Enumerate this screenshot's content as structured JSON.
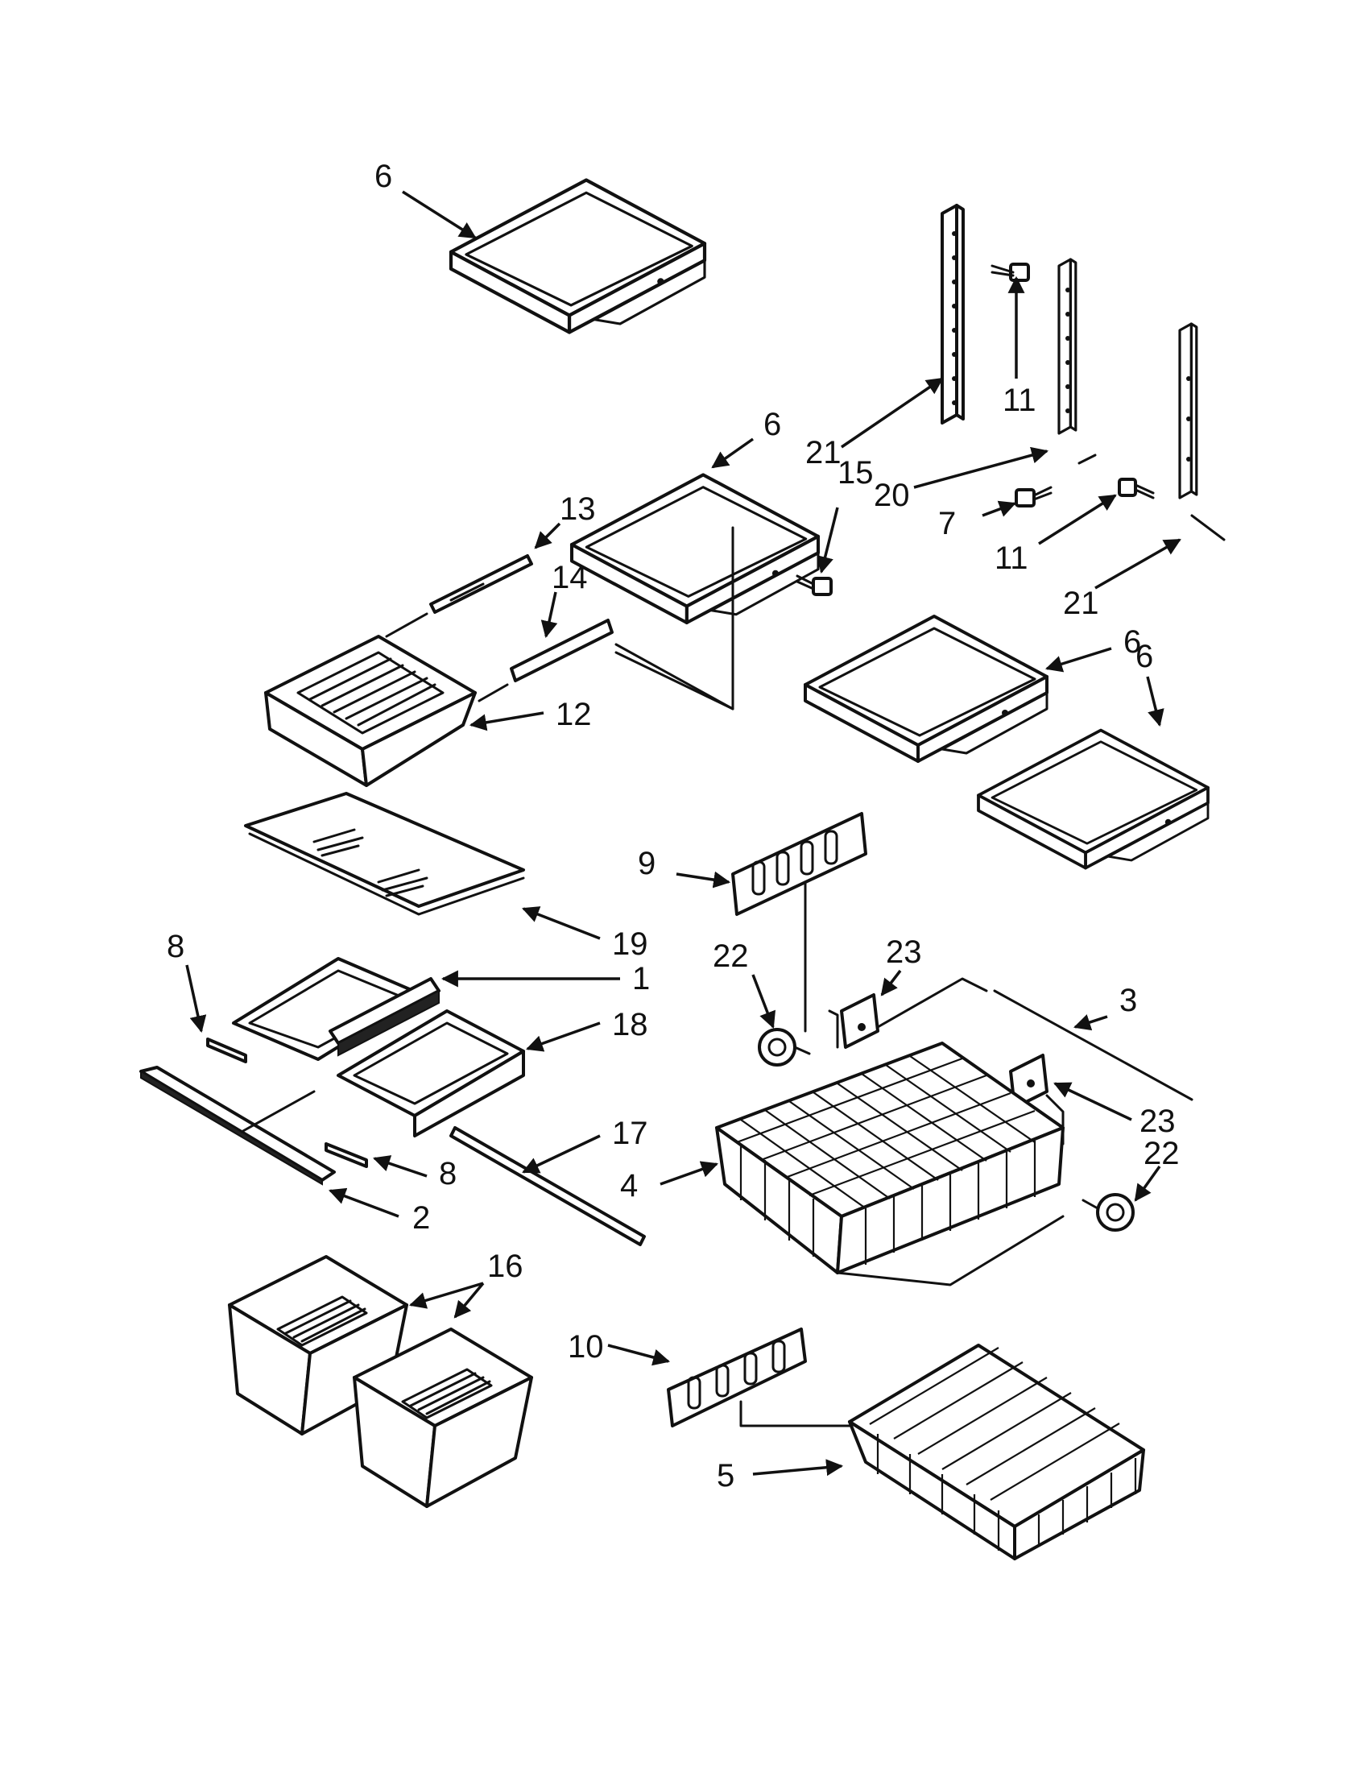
{
  "callouts": {
    "c1": "1",
    "c2": "2",
    "c3": "3",
    "c4": "4",
    "c5": "5",
    "c6a": "6",
    "c6b": "6",
    "c6c": "6",
    "c6d": "6",
    "c7": "7",
    "c8a": "8",
    "c8b": "8",
    "c9": "9",
    "c10": "10",
    "c11a": "11",
    "c11b": "11",
    "c12": "12",
    "c13": "13",
    "c14": "14",
    "c15": "15",
    "c16": "16",
    "c17": "17",
    "c18": "18",
    "c19": "19",
    "c20": "20",
    "c21a": "21",
    "c21b": "21",
    "c22a": "22",
    "c22b": "22",
    "c23a": "23",
    "c23b": "23"
  },
  "colors": {
    "ink": "#111111",
    "paper": "#ffffff"
  }
}
